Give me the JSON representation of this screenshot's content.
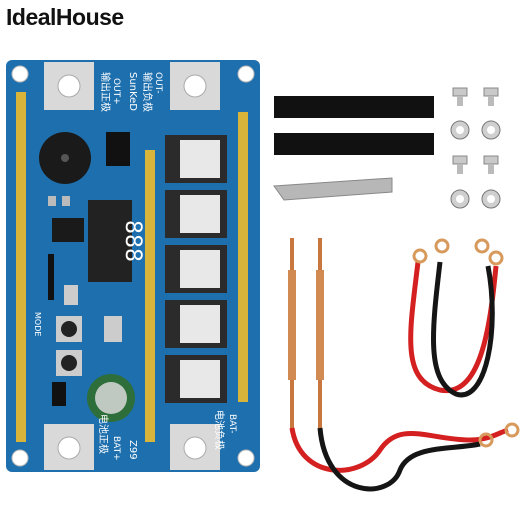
{
  "brand": {
    "name": "IdealHouse"
  },
  "pcb": {
    "brand_label": "SunKeD",
    "model_label": "Z99",
    "mode_label": "MODE",
    "out_plus_label": "OUT+",
    "out_minus_label": "OUT-",
    "bat_plus_label": "BAT+",
    "bat_minus_label": "BAT-",
    "out_plus_cn": "输出正极",
    "out_minus_cn": "输出负极",
    "bat_plus_cn": "电池正极",
    "bat_minus_cn": "电池负极",
    "display_digits": "888",
    "colors": {
      "board": "#1e6fae",
      "copper_strip": "#d8b43a",
      "pads": "#d9d9d9"
    }
  },
  "accessories": {
    "tape_strips": 2,
    "screws": 4,
    "nuts": 4,
    "welding_pens": 2,
    "cables": {
      "colors": [
        "#d42020",
        "#151515"
      ]
    }
  }
}
